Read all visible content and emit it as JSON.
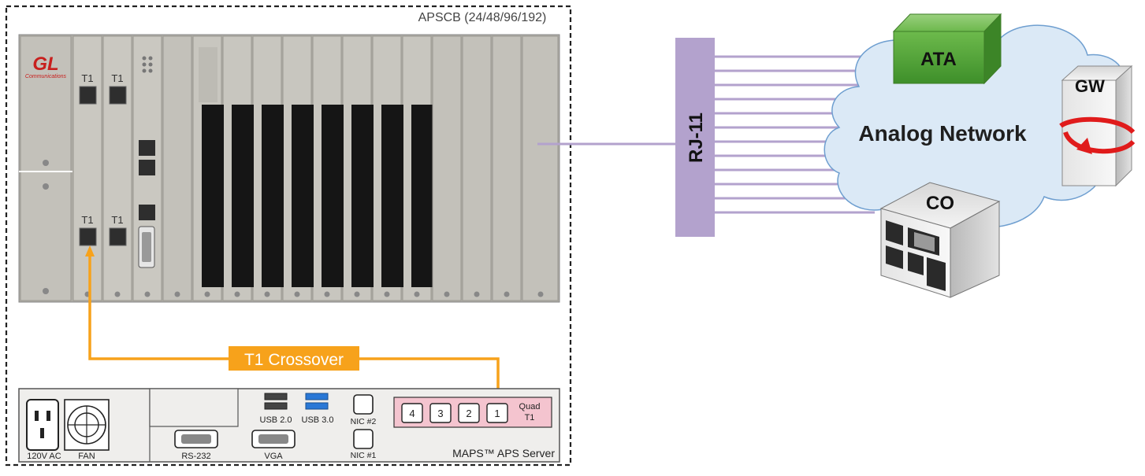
{
  "chassis": {
    "title": "APSCB (24/48/96/192)",
    "logo_text": "GL",
    "logo_subtext": "Communications",
    "t1_labels": [
      "T1",
      "T1",
      "T1",
      "T1"
    ],
    "colors": {
      "chassis": "#b5b3ac",
      "slot": "#c8c6bf",
      "panel_bg": "#efeeec"
    }
  },
  "server": {
    "ports": {
      "power": "120V AC",
      "fan": "FAN",
      "serial": "RS-232",
      "video": "VGA",
      "usb2": "USB 2.0",
      "usb3": "USB 3.0",
      "nic1": "NIC #1",
      "nic2": "NIC #2"
    },
    "quad_t1": {
      "ports": [
        "4",
        "3",
        "2",
        "1"
      ],
      "label_line1": "Quad",
      "label_line2": "T1",
      "color": "#f4c4cf"
    },
    "name": "MAPS™ APS Server"
  },
  "crossover": {
    "label": "T1 Crossover",
    "color": "#f7a21b"
  },
  "connector": {
    "label": "RJ-11",
    "color": "#b3a2cd"
  },
  "network": {
    "label": "Analog Network",
    "cloud_color": "#dbe9f6",
    "devices": {
      "ata": "ATA",
      "gateway": "GW",
      "central_office": "CO"
    },
    "ata_color": "#5db043"
  }
}
